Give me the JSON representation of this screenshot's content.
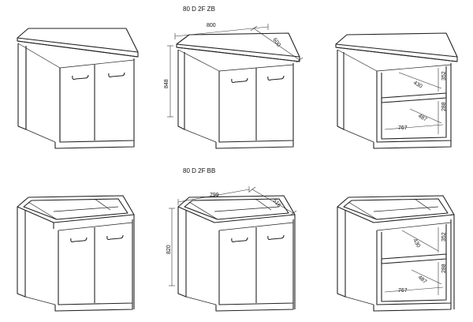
{
  "sections": [
    {
      "title": "80 D 2F ZB",
      "dimensions": {
        "width": "800",
        "depth": "600",
        "height": "848"
      },
      "interior": {
        "upper_depth": "430",
        "upper_height": "352",
        "lower_depth": "487",
        "lower_height": "288",
        "inner_width": "767"
      }
    },
    {
      "title": "80 D 2F BB",
      "dimensions": {
        "width": "799",
        "depth": "516",
        "height": "820"
      },
      "interior": {
        "upper_depth": "430",
        "upper_height": "352",
        "lower_depth": "487",
        "lower_height": "288",
        "inner_width": "767"
      }
    }
  ]
}
